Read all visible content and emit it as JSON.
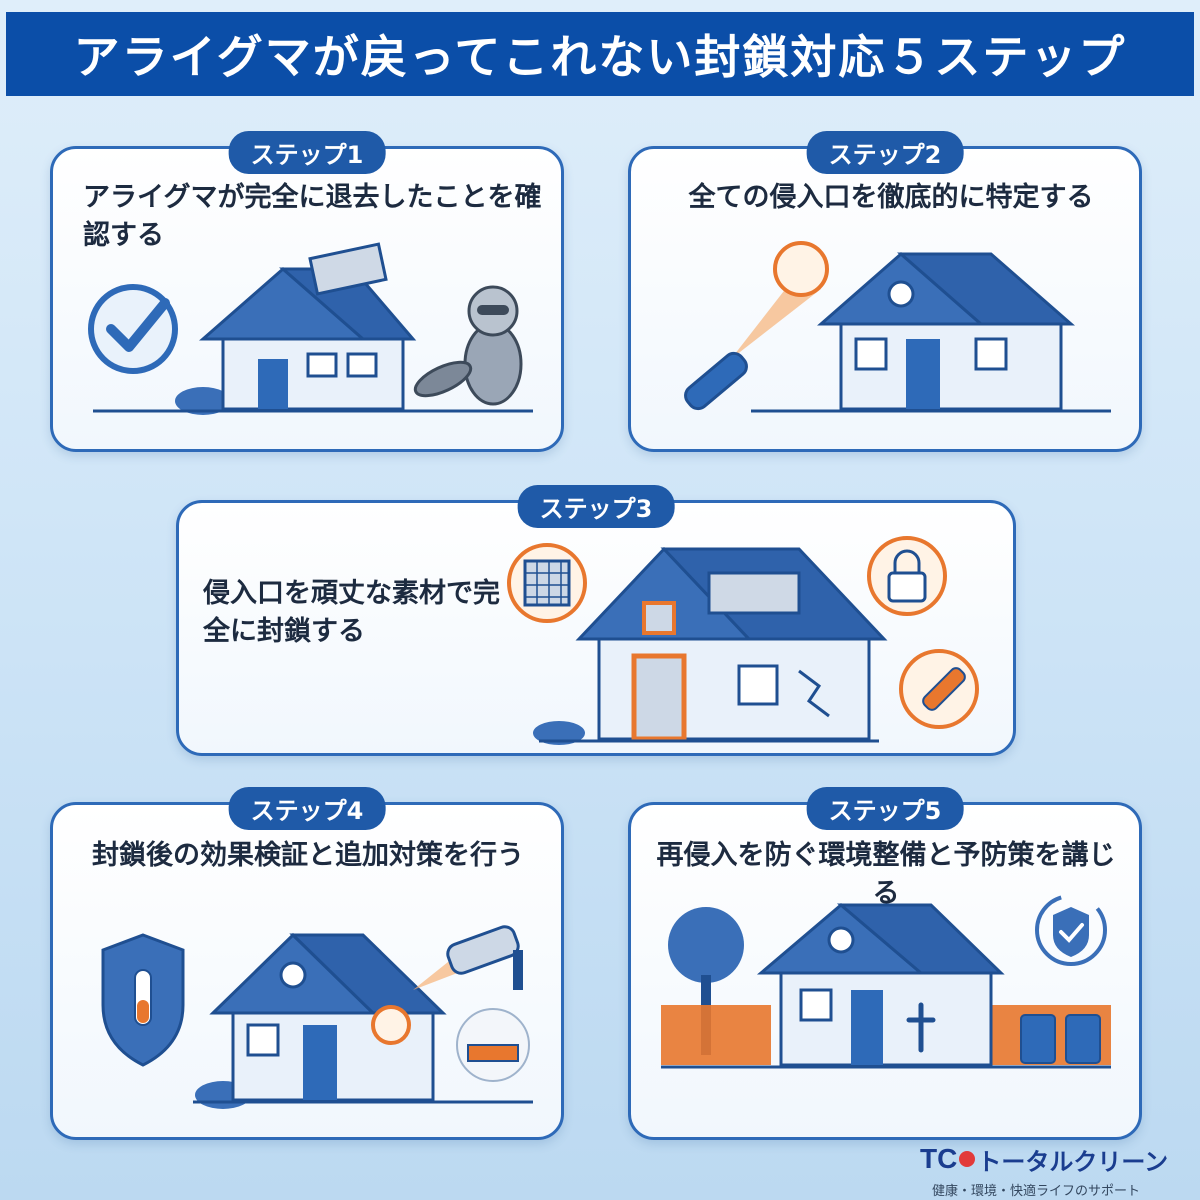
{
  "header": {
    "title": "アライグマが戻ってこれない封鎖対応５ステップ"
  },
  "steps": [
    {
      "badge": "ステップ1",
      "text": "アライグマが完全に退去したことを確認する"
    },
    {
      "badge": "ステップ2",
      "text": "全ての侵入口を徹底的に特定する"
    },
    {
      "badge": "ステップ3",
      "text": "侵入口を頑丈な素材で完全に封鎖する"
    },
    {
      "badge": "ステップ4",
      "text": "封鎖後の効果検証と追加対策を行う"
    },
    {
      "badge": "ステップ5",
      "text": "再侵入を防ぐ環境整備と予防策を講じる"
    }
  ],
  "logo": {
    "mark": "TC",
    "name": "トータルクリーン",
    "tagline": "健康・環境・快適ライフのサポート"
  },
  "colors": {
    "brand": "#0b4ea8",
    "accent": "#e8772e",
    "card_border": "#2e6ab8"
  },
  "icons": [
    "check-circle-icon",
    "raccoon-icon",
    "flashlight-icon",
    "mesh-icon",
    "lock-icon",
    "caulk-gun-icon",
    "shield-test-tube-icon",
    "security-camera-icon",
    "trap-icon",
    "shield-refresh-icon",
    "trash-bin-icon"
  ]
}
